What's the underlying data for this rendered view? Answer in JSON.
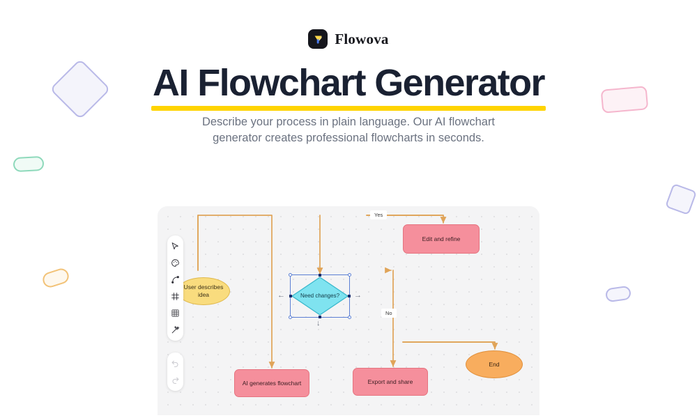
{
  "brand": {
    "name": "Flowova",
    "logo_icon": "flowova-logo-icon",
    "logo_bg": "#15161c"
  },
  "hero": {
    "headline": "AI Flowchart Generator",
    "underline_color": "#ffd400",
    "subtitle": "Describe your process in plain language. Our AI flowchart generator creates professional flowcharts in seconds."
  },
  "toolbar": {
    "tools": [
      {
        "name": "select-cursor-icon",
        "label": "Select"
      },
      {
        "name": "palette-icon",
        "label": "Palette"
      },
      {
        "name": "connector-curve-icon",
        "label": "Connector"
      },
      {
        "name": "frame-icon",
        "label": "Frame"
      },
      {
        "name": "grid-icon",
        "label": "Grid"
      },
      {
        "name": "magic-wand-icon",
        "label": "Magic"
      }
    ],
    "history": [
      {
        "name": "undo-icon",
        "label": "Undo",
        "disabled": true
      },
      {
        "name": "redo-icon",
        "label": "Redo",
        "disabled": true
      }
    ]
  },
  "chart_data": {
    "type": "diagram",
    "title": "AI flowchart generation process",
    "nodes": [
      {
        "id": "start",
        "label": "User describes idea",
        "shape": "ellipse",
        "fill": "#f9dc7e",
        "stroke": "#e0b94d"
      },
      {
        "id": "ai",
        "label": "AI generates flowchart",
        "shape": "rect",
        "fill": "#f58f9c",
        "stroke": "#e5737f"
      },
      {
        "id": "decide",
        "label": "Need changes?",
        "shape": "diamond",
        "fill": "#7fe3f0",
        "stroke": "#3ab8cc",
        "selected": true
      },
      {
        "id": "edit",
        "label": "Edit and refine",
        "shape": "rect",
        "fill": "#f58f9c",
        "stroke": "#e5737f"
      },
      {
        "id": "export",
        "label": "Export and share",
        "shape": "rect",
        "fill": "#f58f9c",
        "stroke": "#e5737f"
      },
      {
        "id": "end",
        "label": "End",
        "shape": "ellipse",
        "fill": "#f8ad5e",
        "stroke": "#e08f3a"
      }
    ],
    "edges": [
      {
        "from": "start",
        "to": "ai",
        "label": ""
      },
      {
        "from": "ai",
        "to": "decide",
        "label": ""
      },
      {
        "from": "decide",
        "to": "edit",
        "label": "Yes"
      },
      {
        "from": "decide",
        "to": "export",
        "label": "No"
      },
      {
        "from": "edit",
        "to": "decide",
        "label": ""
      },
      {
        "from": "export",
        "to": "end",
        "label": ""
      }
    ],
    "edge_color": "#e0a458",
    "canvas_bg": "#f4f4f5"
  },
  "labels": {
    "yes": "Yes",
    "no": "No"
  }
}
